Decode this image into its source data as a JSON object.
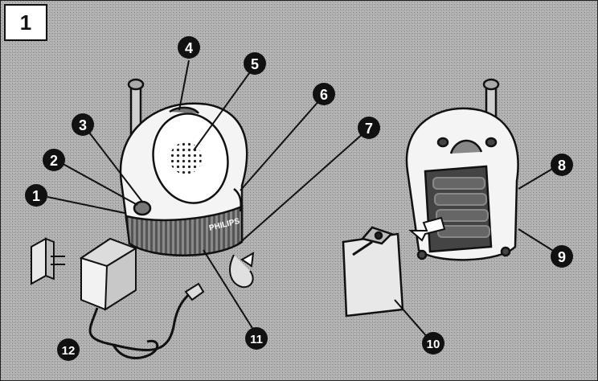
{
  "figure": {
    "number": "1",
    "callouts": [
      "1",
      "2",
      "3",
      "4",
      "5",
      "6",
      "7",
      "8",
      "9",
      "10",
      "11",
      "12"
    ],
    "brand_text": "PHILIPS"
  },
  "colors": {
    "background_dither_dark": "#7a7a7a",
    "background_dither_light": "#c8c8c8",
    "line": "#111111",
    "callout_fill": "#111111",
    "callout_text": "#ffffff"
  }
}
